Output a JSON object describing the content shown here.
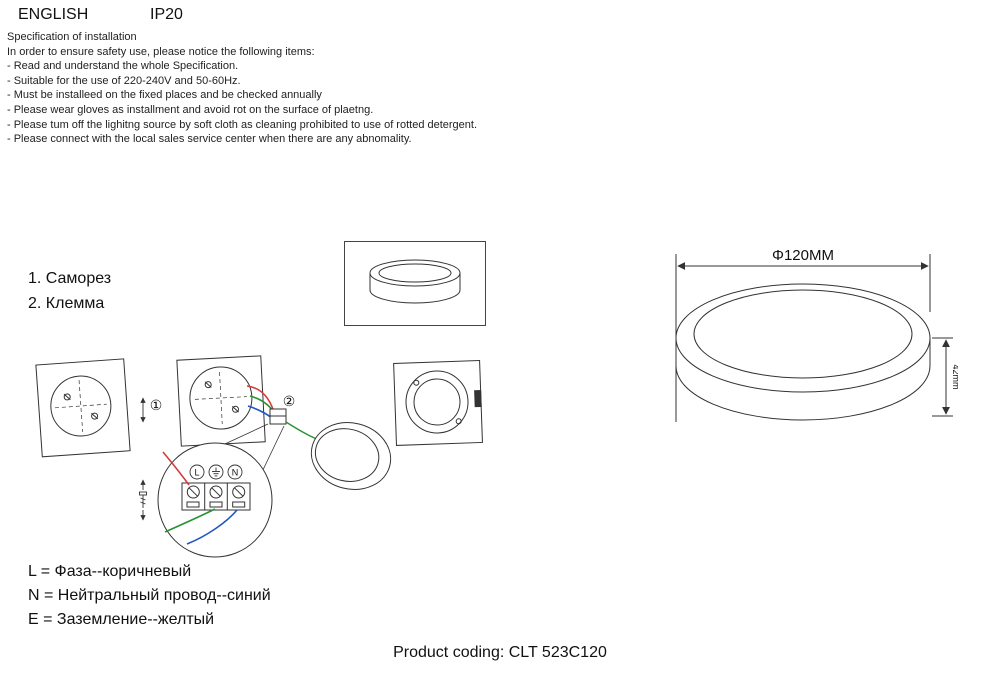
{
  "header": {
    "language": "ENGLISH",
    "ip_rating": "IP20"
  },
  "spec": {
    "title": "Specification of installation",
    "intro": "In order to ensure safety use, please notice the following items:",
    "items": [
      "- Read and understand the whole Specification.",
      "- Suitable for the use of 220-240V and 50-60Hz.",
      "- Must be installeed on the fixed places and be checked annually",
      "- Please wear gloves as installment and avoid rot on the surface of plaetng.",
      "- Please tum off the lighitng source by soft cloth as cleaning prohibited to use of rotted detergent.",
      "- Please connect with the local sales service center when there are any abnomality."
    ]
  },
  "parts": {
    "items": [
      "1. Саморез",
      "2. Клемма"
    ]
  },
  "diagram": {
    "step1": "①",
    "step2": "②",
    "terminal": {
      "l": "L",
      "earth_icon": "earth-ground-symbol",
      "n": "N"
    },
    "dimensions": {
      "diameter": "Φ120MM",
      "height": "42mm"
    }
  },
  "legend": {
    "lines": [
      "L = Фаза--коричневый",
      "N = Нейтральный провод--синий",
      "E = Заземление--желтый"
    ]
  },
  "footer": {
    "product_coding": "Product coding: CLT 523C120"
  },
  "colors": {
    "line": "#333333",
    "wire_live": "#d63b3b",
    "wire_earth": "#2a9235",
    "wire_neutral": "#2256c4"
  }
}
